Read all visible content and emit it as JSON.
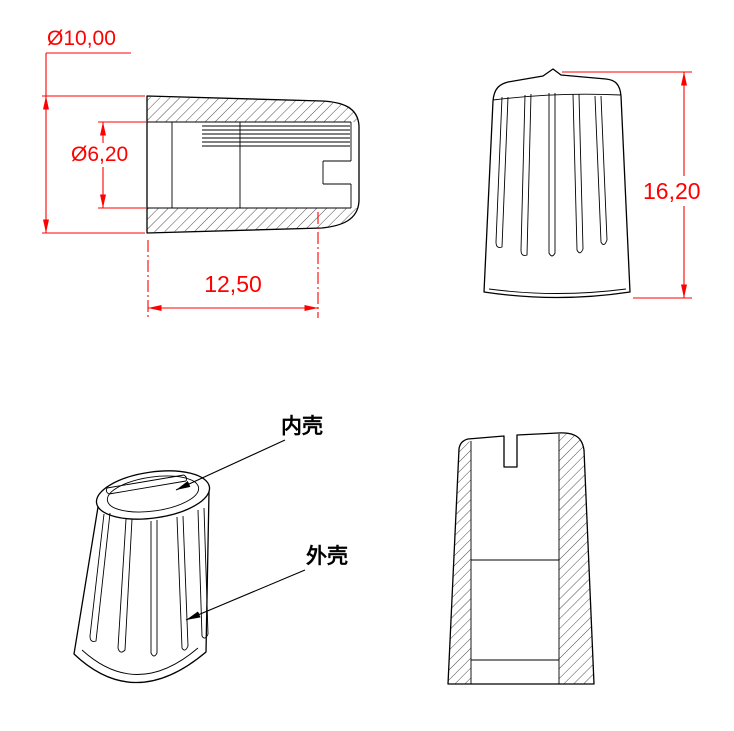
{
  "drawing": {
    "background_color": "#ffffff",
    "line_color": "#000000",
    "dimension_color": "#ff0000",
    "dimensions": {
      "outer_diameter": "Ø10,00",
      "inner_diameter": "Ø6,20",
      "length": "12,50",
      "height": "16,20"
    },
    "labels": {
      "inner_shell": "内壳",
      "outer_shell": "外壳"
    }
  }
}
